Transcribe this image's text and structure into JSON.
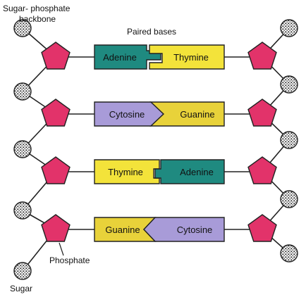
{
  "labels": {
    "backbone_line1": "Sugar- phosphate",
    "backbone_line2": "backbone",
    "paired_bases": "Paired bases",
    "phosphate": "Phosphate",
    "sugar": "Sugar"
  },
  "base_pairs": [
    {
      "left": "Adenine",
      "right": "Thymine"
    },
    {
      "left": "Cytosine",
      "right": "Guanine"
    },
    {
      "left": "Thymine",
      "right": "Adenine"
    },
    {
      "left": "Guanine",
      "right": "Cytosine"
    }
  ],
  "colors": {
    "Adenine": "#1f8a80",
    "Thymine": "#f3e33a",
    "Cytosine": "#a89bd8",
    "Guanine": "#e8d23a",
    "phosphate": "#e2336a",
    "sugar": "#d9d9d9",
    "line": "#222222"
  }
}
